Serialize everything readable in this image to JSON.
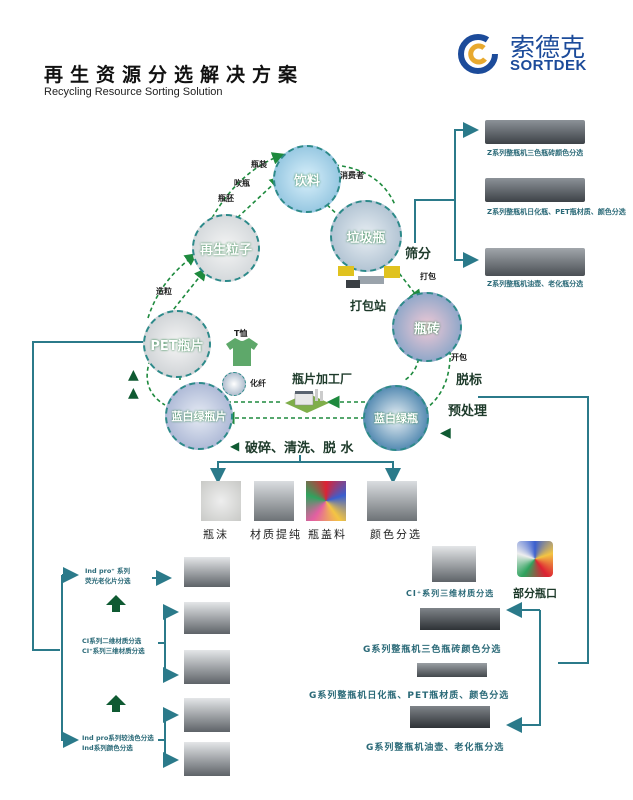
{
  "header": {
    "title_cn": "再生资源分选解决方案",
    "title_en": "Recycling Resource Sorting Solution",
    "logo_cn": "索德克",
    "logo_en": "SORTDEK"
  },
  "colors": {
    "green": "#1e8a3e",
    "dark_green": "#0f5a32",
    "teal": "#2b7a8a",
    "brand_blue": "#1c4b9a",
    "brand_orange": "#e8a92e"
  },
  "cycle": {
    "nodes": {
      "beverage": "饮料",
      "trash_bottle": "垃圾瓶",
      "bale": "瓶砖",
      "blue_white_green_bottle": "蓝白绿瓶",
      "blue_white_green_flake": "蓝白绿瓶片",
      "pet_flake": "PET瓶片",
      "recycled_pellet": "再生粒子"
    },
    "edge_labels": {
      "bottling": "瓶装",
      "blow_molding": "吹瓶",
      "preform": "瓶胚",
      "pelletize": "造粒",
      "consumer": "消费者",
      "screening": "筛分",
      "baling": "打包",
      "baling_station": "打包站",
      "unpack": "开包",
      "delabel": "脱标",
      "pretreatment": "预处理",
      "flake_factory": "瓶片加工厂",
      "crush_wash_dewater": "破碎、清洗、脱 水",
      "t_shirt": "T恤",
      "chemical_fiber": "化纤"
    }
  },
  "z_series": [
    {
      "caption": "Z系列整瓶机三色瓶砖颜色分选"
    },
    {
      "caption": "Z系列整瓶机日化瓶、PET瓶材质、颜色分选"
    },
    {
      "caption": "Z系列整瓶机油壶、老化瓶分选"
    }
  ],
  "products": [
    {
      "label": "瓶沫"
    },
    {
      "label": "材质提纯"
    },
    {
      "label": "瓶盖料"
    },
    {
      "label": "颜色分选"
    }
  ],
  "left_series": [
    {
      "line1": "Ind pro⁺ 系列",
      "line2": "荧光老化片分选"
    },
    {
      "line1": "CI系列二维材质分选",
      "line2": "CI⁺系列三维材质分选"
    },
    {
      "line1": "Ind pro系列较浅色分选",
      "line2": "Ind系列颜色分选"
    }
  ],
  "right_series": {
    "ci_plus": "CI⁺系列三维材质分选",
    "partial_caps": "部分瓶口",
    "g_series": [
      {
        "caption": "G系列整瓶机三色瓶砖颜色分选"
      },
      {
        "caption": "G系列整瓶机日化瓶、PET瓶材质、颜色分选"
      },
      {
        "caption": "G系列整瓶机油壶、老化瓶分选"
      }
    ]
  }
}
